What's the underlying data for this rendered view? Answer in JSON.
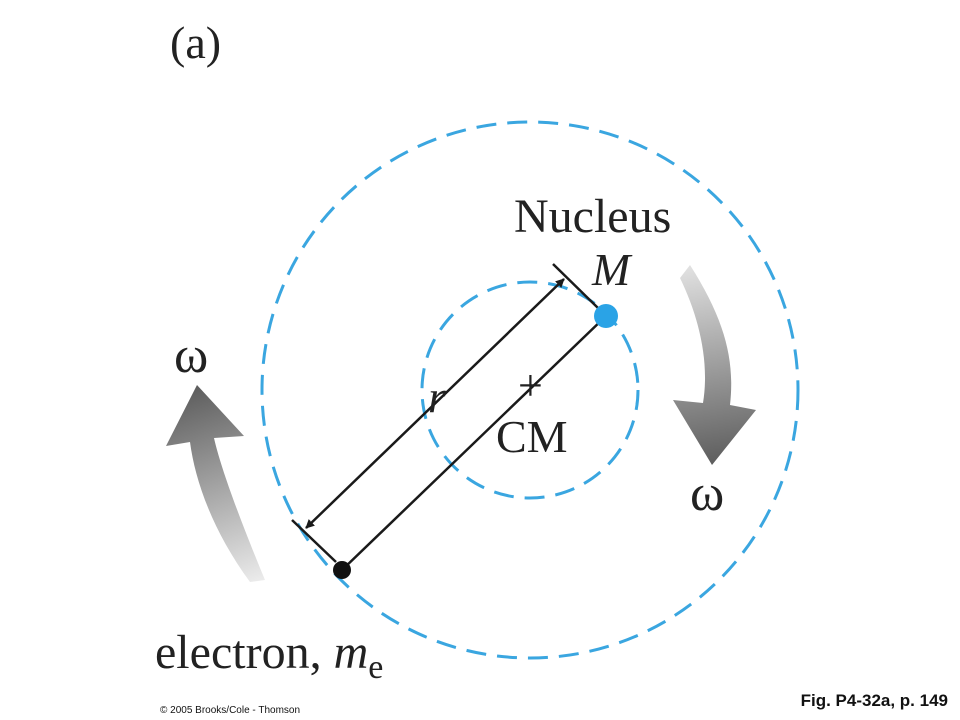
{
  "panel_label": "(a)",
  "labels": {
    "nucleus": "Nucleus",
    "nucleus_mass": "M",
    "center_of_mass": "CM",
    "center_marker": "+",
    "separation": "r",
    "omega_left": "ω",
    "omega_right": "ω",
    "electron_prefix": "electron, ",
    "electron_mass_symbol": "m",
    "electron_mass_subscript": "e"
  },
  "footer": {
    "copyright": "© 2005 Brooks/Cole - Thomson",
    "figure_ref": "Fig. P4-32a, p. 149"
  },
  "colors": {
    "orbit": "#3aa6e0",
    "nucleus": "#2aa3e6",
    "electron": "#111111",
    "arrow_dark": "#5c5c5c",
    "arrow_light": "#e2e2e2",
    "line": "#1a1a1a"
  },
  "icons": {
    "nucleus": "filled-circle",
    "electron": "filled-circle",
    "rotation_arrows": "curved-arrow"
  }
}
